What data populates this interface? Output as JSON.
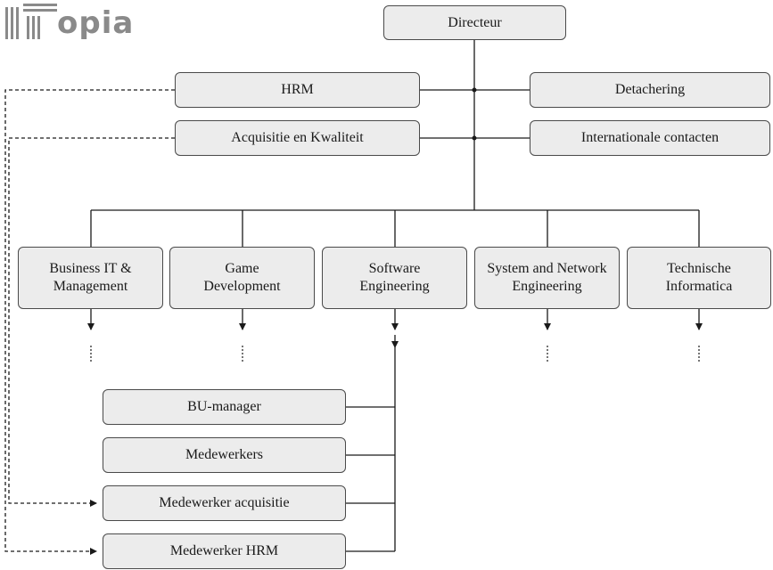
{
  "logo": {
    "text": "opia",
    "icon": "pillars-logo-icon"
  },
  "org_chart": {
    "director": "Directeur",
    "staff_left": [
      "HRM",
      "Acquisitie en Kwaliteit"
    ],
    "staff_right": [
      "Detachering",
      "Internationale contacten"
    ],
    "departments": [
      [
        "Business IT &",
        "Management"
      ],
      [
        "Game",
        "Development"
      ],
      [
        "Software",
        "Engineering"
      ],
      [
        "System and Network",
        "Engineering"
      ],
      [
        "Technische",
        "Informatica"
      ]
    ],
    "unit_roles": [
      "BU-manager",
      "Medewerkers",
      "Medewerker acquisitie",
      "Medewerker HRM"
    ]
  },
  "colors": {
    "box_fill": "#ececec",
    "line": "#1a1a1a",
    "border": "#4a4a4a",
    "logo": "#8a8a8a"
  }
}
